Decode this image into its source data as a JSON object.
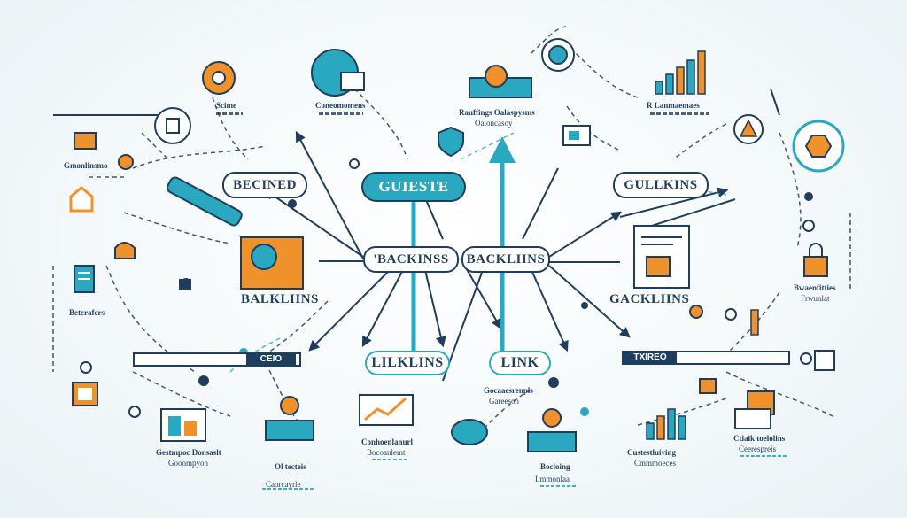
{
  "pills": {
    "second": "BECINED",
    "guieste": "GUIESTE",
    "gullkins": "GULLKINS",
    "backinss": "'BACKINSS",
    "backliins": "BACKLIINS",
    "lilklins": "LILKLINS",
    "link": "LINK"
  },
  "labels": {
    "balklins": "BALKLIINS",
    "gacklins": "GACKLIINS"
  },
  "small_labels": {
    "scime": "Scime",
    "coneomens": "Coneomomens",
    "rauffings": "Rauffings Oalaspysms",
    "raufings_sub": "Oaioncasoy",
    "r_lanmaes": "R Lanmaemaes",
    "gmonkm": "Gmonlinsmo",
    "beterafers": "Beterafers",
    "brawenfitties": "Bwaenfitties",
    "brawen_sub": "Frwunlat",
    "gestmpoc": "Gestmpoc Donsaslt",
    "gestmpoc_sub": "Gooompyon",
    "ol_tecteis": "Ol tecteis",
    "ol_sub": "Caorcayrle",
    "coretnomt": "Conhoenlanurl",
    "coretnomt_sub": "Bocoanlemt",
    "gociaosrrts": "Gocaaesrenpls",
    "gociaosrrts_sub": "Gareesoh",
    "bocloig": "Bocloing",
    "bocloig_sub": "Lmmonlaa",
    "custestluiring": "Custestluiving",
    "custest_sub": "Cmmmoeces",
    "ctiaik": "Ctiaik toelolins",
    "ctiaik_sub": "Ceerespreis"
  },
  "box_labels": {
    "left_box": "CEIO",
    "right_box": "TXIREO"
  },
  "colors": {
    "navy": "#1f3d5c",
    "teal": "#2aa8bf",
    "orange": "#f0922c",
    "light_teal": "#bfe3ea"
  }
}
